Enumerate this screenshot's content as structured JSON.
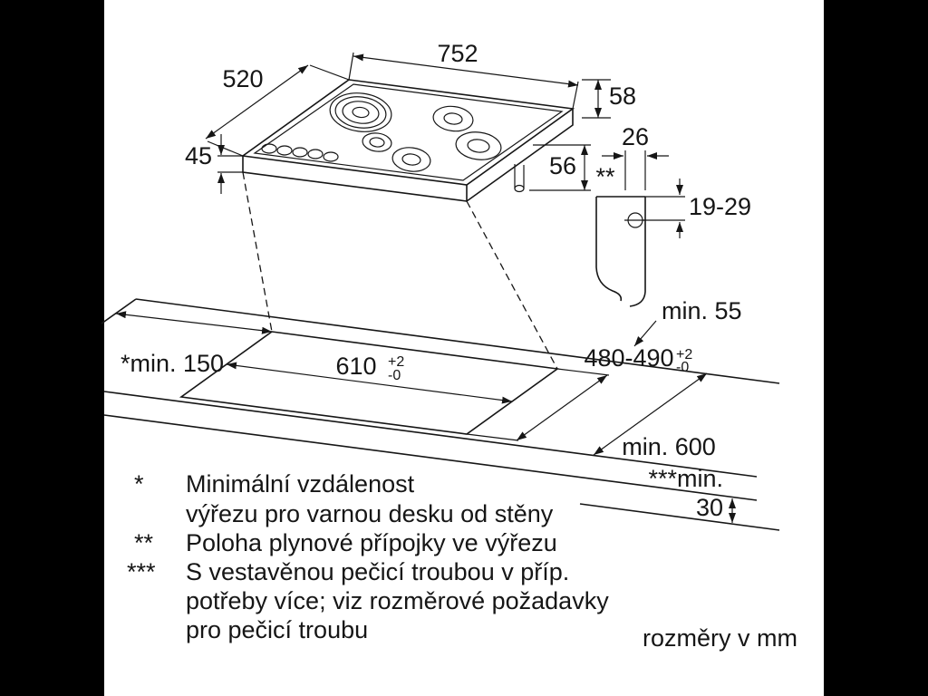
{
  "colors": {
    "background": "#000000",
    "panel": "#ffffff",
    "line": "#161616"
  },
  "dims": {
    "hob_width": "752",
    "hob_depth": "520",
    "hob_height": "45",
    "gas_offset_top": "58",
    "gas_offset_side": "56",
    "detail_marker": "**",
    "detail_width": "26",
    "detail_depth_range": "19-29",
    "min_rear": "min. 55",
    "cutout_width": "610",
    "cutout_width_tol_plus": "+2",
    "cutout_width_tol_minus": "-0",
    "cutout_depth": "480-490",
    "cutout_depth_tol_plus": "+2",
    "cutout_depth_tol_minus": "-0",
    "min_wall": "*min. 150",
    "min_counter_depth": "min. 600",
    "min_oven_prefix": "***min.",
    "min_oven_value": "30"
  },
  "footnotes": [
    {
      "marker": "*",
      "lines": [
        "Minimální vzdálenost",
        "výřezu pro varnou desku od stěny"
      ]
    },
    {
      "marker": "**",
      "lines": [
        "Poloha plynové přípojky ve výřezu"
      ]
    },
    {
      "marker": "***",
      "lines": [
        "S vestavěnou pečicí troubou v příp.",
        "potřeby více; viz rozměrové požadavky",
        "pro pečicí troubu"
      ]
    }
  ],
  "units_note": "rozměry v mm"
}
